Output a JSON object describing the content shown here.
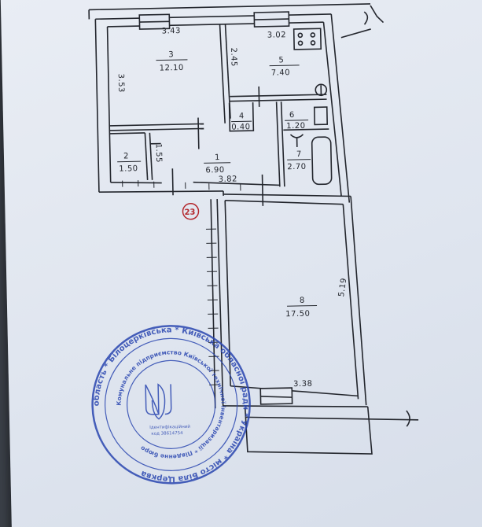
{
  "rooms": [
    {
      "num": "3",
      "area": "12.10"
    },
    {
      "num": "5",
      "area": "7.40"
    },
    {
      "num": "4",
      "area": "0.40"
    },
    {
      "num": "6",
      "area": "1.20"
    },
    {
      "num": "7",
      "area": "2.70"
    },
    {
      "num": "2",
      "area": "1.50"
    },
    {
      "num": "1",
      "area": "6.90"
    },
    {
      "num": "8",
      "area": "17.50"
    }
  ],
  "dimensions": {
    "room3_width": "3.43",
    "room3_height": "3.53",
    "room5_width": "3.02",
    "room5_height": "2.45",
    "room2_height": "1.55",
    "corridor_width": "3.82",
    "room8_width": "3.38",
    "room8_height": "5.19"
  },
  "apartment_marker": "23",
  "stamp": {
    "outer_text": "область * Білоцерківська * Київська обласної ради * Україна * місто Біла Церква",
    "middle_text": "Комунальне підприємство Київської технічної інвентаризації * Південне бюро",
    "id_line1": "Ідентифікаційний",
    "id_line2": "код 38614754"
  },
  "colors": {
    "paper": "#e3e8f1",
    "ink": "#23262d",
    "stamp": "#2a46b0",
    "marker": "#b3262b"
  }
}
